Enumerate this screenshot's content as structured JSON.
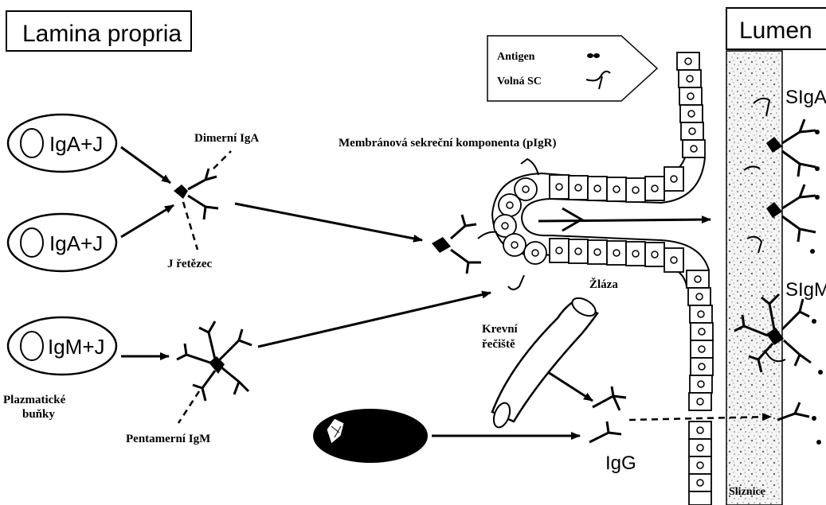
{
  "labels": {
    "lamina_propria": "Lamina propria",
    "lumen": "Lumen",
    "cell_iga_1": "IgA+J",
    "cell_iga_2": "IgA+J",
    "cell_igm": "IgM+J",
    "plasma_cells_1": "Plazmatické",
    "plasma_cells_2": "buňky",
    "dimeric_iga": "Dimerní IgA",
    "j_chain": "J řetězec",
    "pentameric_igm": "Pentamerní IgM",
    "membrane_sc": "Membránová sekreční komponenta (pIgR)",
    "gland": "Žláza",
    "blood_vessel_1": "Krevní",
    "blood_vessel_2": "řečiště",
    "igg": "IgG",
    "mucosa": "Sliznice",
    "siga": "SIgA",
    "sigm": "SIgM"
  },
  "legend": {
    "antigen": "Antigen",
    "free_sc": "Volná SC"
  }
}
